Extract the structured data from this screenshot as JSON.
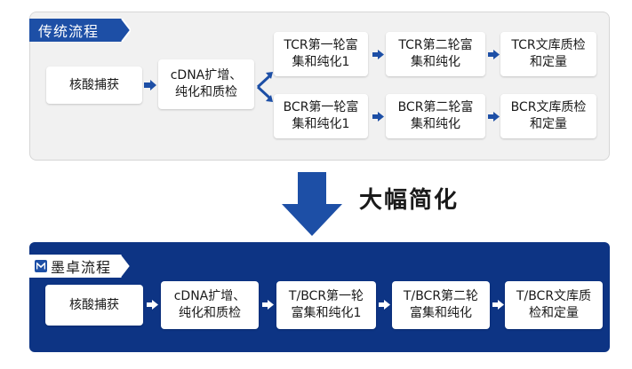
{
  "traditional": {
    "tag": "传统流程",
    "capture": "核酸捕获",
    "amplify": "cDNA扩增、\n纯化和质检",
    "tcr": [
      "TCR第一轮富\n集和纯化1",
      "TCR第二轮富\n集和纯化",
      "TCR文库质检\n和定量"
    ],
    "bcr": [
      "BCR第一轮富\n集和纯化1",
      "BCR第二轮富\n集和纯化",
      "BCR文库质检\n和定量"
    ]
  },
  "transition_label": "大幅简化",
  "mozhuo": {
    "tag": "墨卓流程",
    "steps": [
      "核酸捕获",
      "cDNA扩增、\n纯化和质检",
      "T/BCR第一轮\n富集和纯化1",
      "T/BCR第二轮\n富集和纯化",
      "T/BCR文库质\n检和定量"
    ]
  },
  "colors": {
    "accent": "#1d4fa6",
    "dark_panel": "#0d3484",
    "light_panel": "#f1f1f1"
  }
}
